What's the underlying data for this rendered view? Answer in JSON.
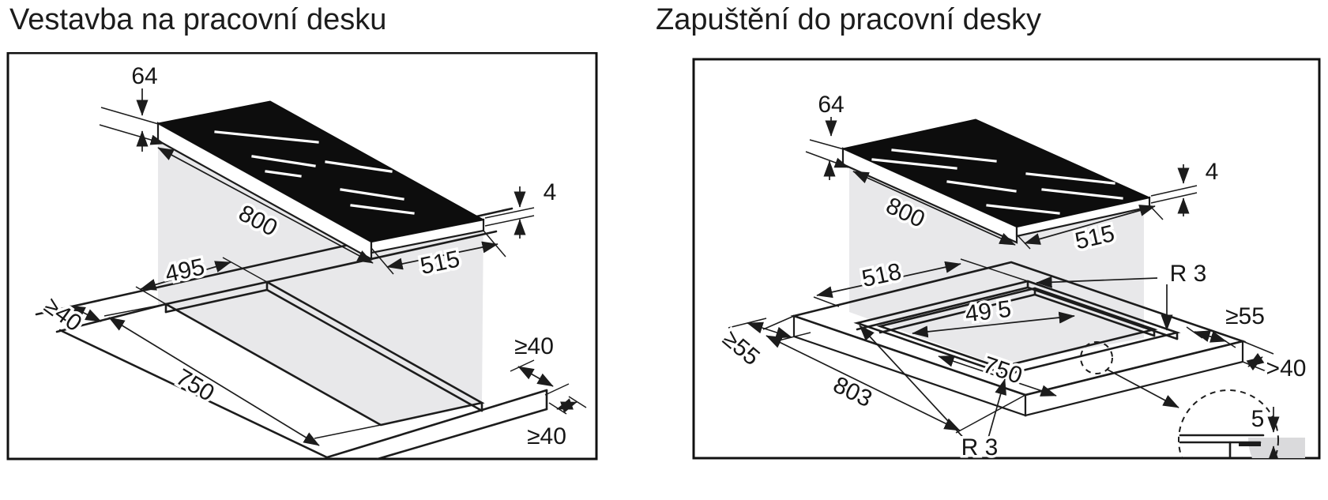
{
  "page": {
    "left_title": "Vestavba na pracovní desku",
    "right_title": "Zapuštění do pracovní desky"
  },
  "left": {
    "dims": {
      "hob_body_height": "64",
      "glass_thickness": "4",
      "hob_length": "800",
      "hob_width": "515",
      "cutout_width": "495",
      "cutout_length": "750",
      "clearance_back": "≥40",
      "clearance_side": "≥40",
      "clearance_front": "≥40"
    }
  },
  "right": {
    "dims": {
      "hob_body_height": "64",
      "glass_thickness": "4",
      "hob_length": "800",
      "hob_width": "515",
      "recess_width": "518",
      "recess_length": "803",
      "radius_top": "R 3",
      "radius_bottom": "R 3",
      "cutout_width": "49 5",
      "cutout_length": "750",
      "clearance_back": "≥55",
      "clearance_side": "≥55",
      "clearance_under": ">40",
      "detail_step": "5"
    }
  },
  "colors": {
    "line": "#1c1c1c",
    "hob_glass": "#0d0d0d",
    "projection_band": "#e8e8ea",
    "background": "#ffffff"
  }
}
